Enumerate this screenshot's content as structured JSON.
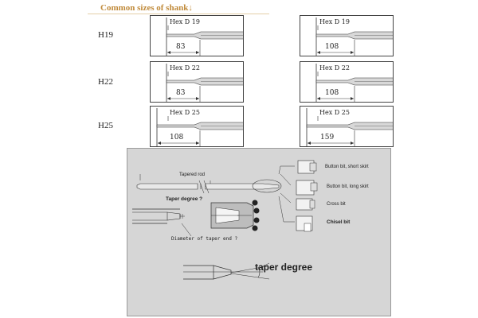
{
  "title": "Common sizes of shank↓",
  "rows": [
    {
      "label": "H19",
      "panels": [
        {
          "hex": "Hex D 19",
          "length": "83"
        },
        {
          "hex": "Hex D 19",
          "length": "108"
        }
      ]
    },
    {
      "label": "H22",
      "panels": [
        {
          "hex": "Hex D 22",
          "length": "83"
        },
        {
          "hex": "Hex D 22",
          "length": "108"
        }
      ]
    },
    {
      "label": "H25",
      "panels": [
        {
          "hex": "Hex D 25",
          "length": "108"
        },
        {
          "hex": "Hex D 25",
          "length": "159"
        }
      ]
    }
  ],
  "diagram": {
    "tapered_rod": "Tapered rod",
    "bits": [
      "Button bit, short skirt",
      "Button bit, long skirt",
      "Cross bit",
      "Chisel bit"
    ],
    "taper_degree_question": "Taper degree ?",
    "taper_end_question": "Diameter of taper end ?",
    "taper_degree": "taper degree"
  }
}
